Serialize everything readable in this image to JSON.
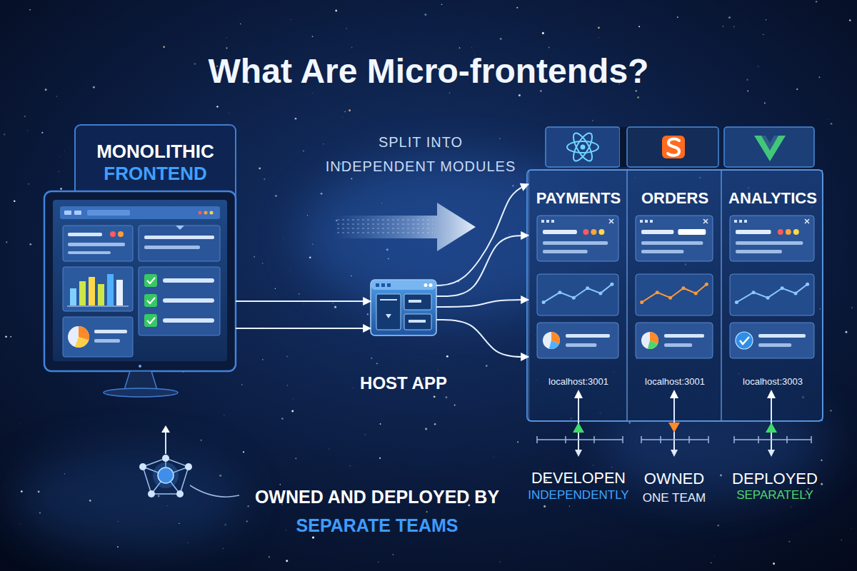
{
  "diagram": {
    "title": "What Are Micro-frontends?",
    "nodes": [
      {
        "text": [
          "MONOLITHIC",
          "FRONTEND"
        ]
      },
      {
        "text": [
          "HOST APP"
        ]
      },
      {
        "text": [
          "PAYMENTS",
          "localhost:3001"
        ]
      },
      {
        "text": [
          "ORDERS",
          "localhost:3001"
        ]
      },
      {
        "text": [
          "ANALYTICS",
          "localhost:3003"
        ]
      }
    ],
    "edges": [
      {
        "from": 0,
        "to": 1,
        "arrow": "to"
      },
      {
        "from": 0,
        "to": 1,
        "arrow": "to"
      },
      {
        "from": 1,
        "to": 2,
        "arrow": "to"
      },
      {
        "from": 1,
        "to": 2,
        "arrow": "to"
      },
      {
        "from": 1,
        "to": 2,
        "arrow": "to"
      },
      {
        "from": 1,
        "to": 2,
        "arrow": "to"
      }
    ],
    "labels": [
      "SPLIT INTO INDEPENDENT MODULES",
      "DEVELOPEN",
      "INDEPENDENTLY",
      "OWNED",
      "ONE TEAM",
      "DEPLOYED",
      "SEPARATELY",
      "OWNED AND DEPLOYED BY",
      "SEPARATE TEAMS"
    ]
  }
}
